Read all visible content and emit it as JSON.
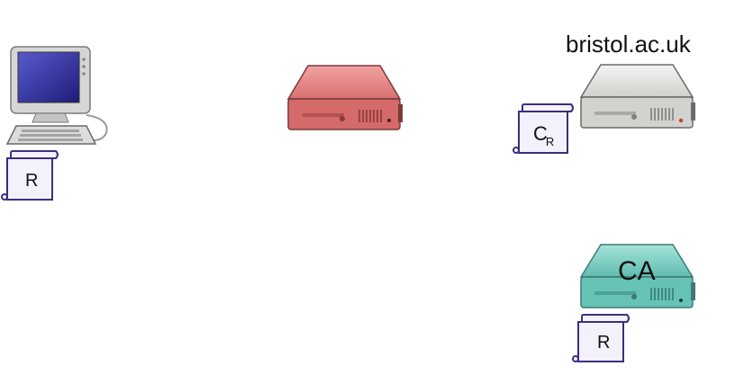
{
  "nodes": {
    "client": {
      "icon": "computer-icon"
    },
    "middle_server": {
      "icon": "server-icon",
      "color": "#e07a7a"
    },
    "domain_server": {
      "icon": "server-icon",
      "label": "bristol.ac.uk",
      "color": "#d8d8d6"
    },
    "ca_server": {
      "icon": "server-icon",
      "label": "CA",
      "color": "#6fc7bb"
    }
  },
  "documents": {
    "client_doc": {
      "icon": "scroll-icon",
      "text": "R"
    },
    "domain_doc": {
      "icon": "scroll-icon",
      "text": "C",
      "subscript": "R"
    },
    "ca_doc": {
      "icon": "scroll-icon",
      "text": "R"
    }
  }
}
